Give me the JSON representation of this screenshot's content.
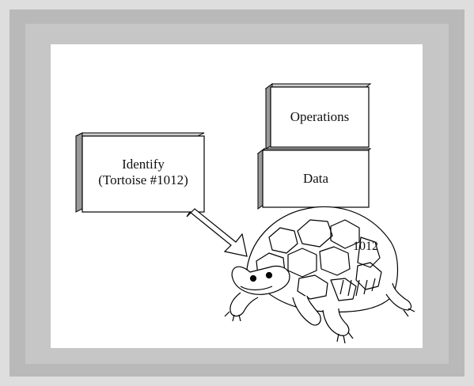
{
  "identify_box": {
    "line1": "Identify",
    "line2": "(Tortoise #1012)"
  },
  "operations_box": {
    "label": "Operations"
  },
  "data_box": {
    "label": "Data"
  },
  "tortoise": {
    "shell_number": "1012"
  }
}
